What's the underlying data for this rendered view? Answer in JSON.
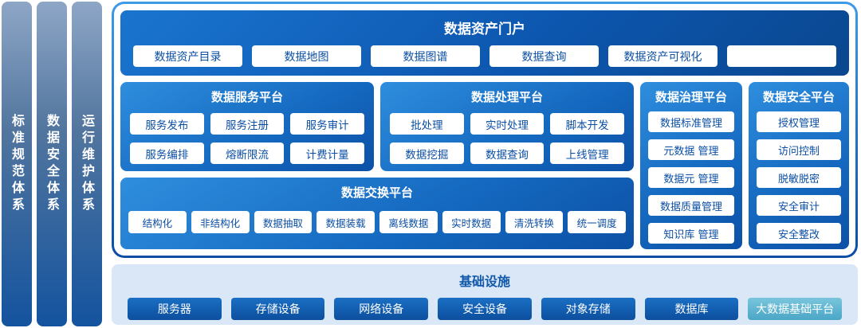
{
  "pillars": [
    {
      "label": "标准规范体系"
    },
    {
      "label": "数据安全体系"
    },
    {
      "label": "运行维护体系"
    }
  ],
  "portal": {
    "title": "数据资产门户",
    "items": [
      "数据资产目录",
      "数据地图",
      "数据图谱",
      "数据查询",
      "数据资产可视化",
      ""
    ]
  },
  "service_platform": {
    "title": "数据服务平台",
    "rows": [
      [
        "服务发布",
        "服务注册",
        "服务审计"
      ],
      [
        "服务编排",
        "熔断限流",
        "计费计量"
      ]
    ]
  },
  "processing_platform": {
    "title": "数据处理平台",
    "rows": [
      [
        "批处理",
        "实时处理",
        "脚本开发"
      ],
      [
        "数据挖掘",
        "数据查询",
        "上线管理"
      ]
    ]
  },
  "governance_platform": {
    "title": "数据治理平台",
    "items": [
      "数据标准管理",
      "元数据 管理",
      "数据元 管理",
      "数据质量管理",
      "知识库 管理"
    ]
  },
  "security_platform": {
    "title": "数据安全平台",
    "items": [
      "授权管理",
      "访问控制",
      "脱敏脱密",
      "安全审计",
      "安全整改"
    ]
  },
  "exchange_platform": {
    "title": "数据交换平台",
    "items": [
      "结构化",
      "非结构化",
      "数据抽取",
      "数据装载",
      "离线数据",
      "实时数据",
      "清洗转换",
      "统一调度"
    ]
  },
  "infrastructure": {
    "title": "基础设施",
    "items": [
      "服务器",
      "存储设备",
      "网络设备",
      "安全设备",
      "对象存储",
      "数据库",
      "大数据基础平台"
    ]
  },
  "colors": {
    "accent_dark": "#0a478f",
    "accent": "#1468bf",
    "accent_light": "#2f8ede",
    "chip_text": "#0b4fa4",
    "infra_background": "#d9e7f6",
    "infra_button": "#0d4f9e",
    "infra_button_alt": "#4ba6c6"
  }
}
